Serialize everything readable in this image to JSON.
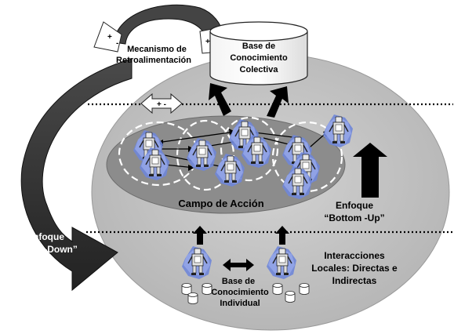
{
  "labels": {
    "feedback_line1": "Mecanismo de",
    "feedback_line2": "Retroalimentación",
    "collective_line1": "Base de",
    "collective_line2": "Conocimiento",
    "collective_line3": "Colectiva",
    "campo": "Campo de Acción",
    "bottom_up_line1": "Enfoque",
    "bottom_up_line2": "“Bottom -Up”",
    "top_down_line1": "Enfoque",
    "top_down_line2": "“Top-Down”",
    "interacciones_line1": "Interacciones",
    "interacciones_line2": "Locales: Directas e",
    "interacciones_line3": "Indirectas",
    "individual_line1": "Base de",
    "individual_line2": "Conocimiento",
    "individual_line3": "Individual",
    "plus_minus": "+ -",
    "sign_plus": "+",
    "sign_minus": "-"
  },
  "colors": {
    "outer_ellipse": "#c6c6c6",
    "inner_ellipse": "#8c8c8c",
    "robot_body": "#e4e4e4",
    "robot_aura": "#6f86d8",
    "dark_arrow": "#3a3a3a",
    "black": "#000000"
  }
}
